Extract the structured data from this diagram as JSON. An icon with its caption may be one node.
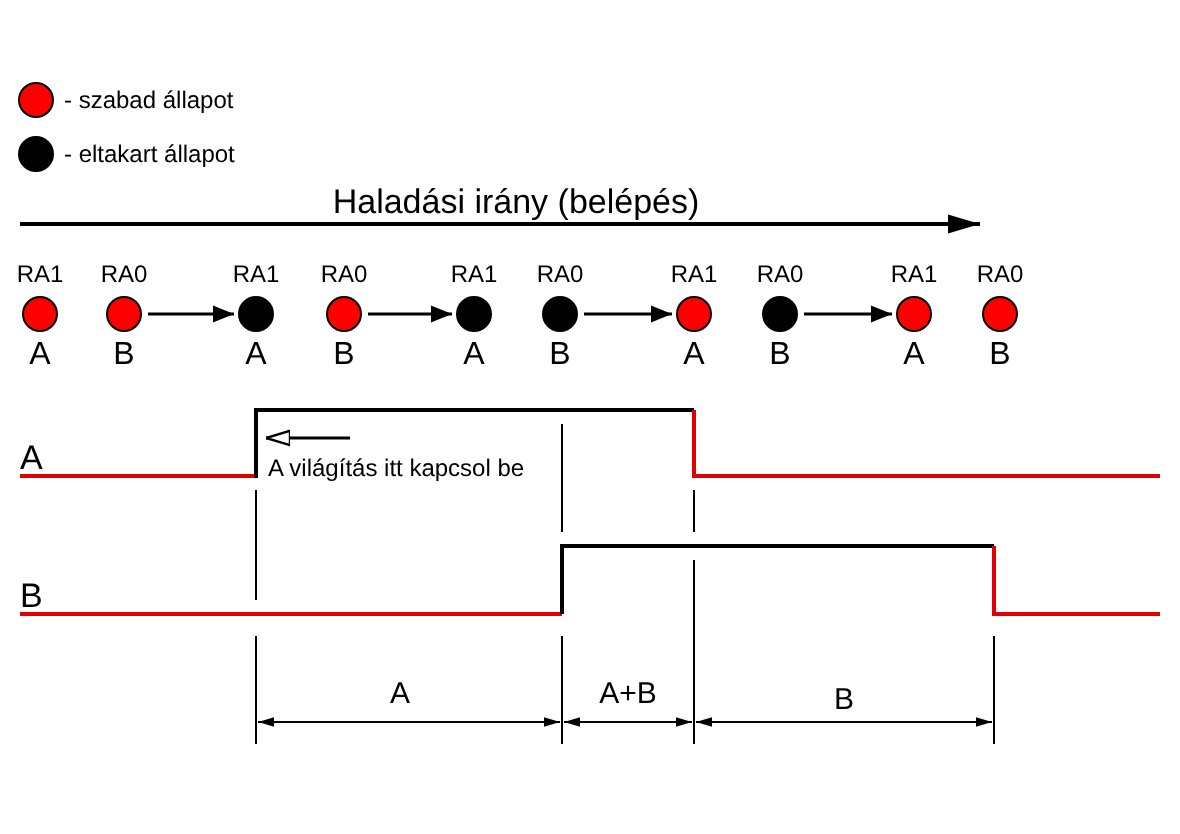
{
  "diagram": {
    "nodes": [
      {
        "text": [],
        "shape": "circle",
        "beside": [
          "RA1",
          "A"
        ]
      },
      {
        "text": [],
        "shape": "circle",
        "beside": [
          "RA0",
          "B"
        ]
      },
      {
        "text": [],
        "shape": "circle",
        "beside": [
          "RA1",
          "A"
        ]
      },
      {
        "text": [],
        "shape": "circle",
        "beside": [
          "RA0",
          "B"
        ]
      },
      {
        "text": [],
        "shape": "circle",
        "beside": [
          "RA1",
          "A"
        ]
      },
      {
        "text": [],
        "shape": "circle",
        "beside": [
          "RA0",
          "B"
        ]
      },
      {
        "text": [],
        "shape": "circle",
        "beside": [
          "RA1",
          "A"
        ]
      },
      {
        "text": [],
        "shape": "circle",
        "beside": [
          "RA0",
          "B"
        ]
      },
      {
        "text": [],
        "shape": "circle",
        "beside": [
          "RA1",
          "A"
        ]
      },
      {
        "text": [],
        "shape": "circle",
        "beside": [
          "RA0",
          "B"
        ]
      },
      {
        "text": [
          "A világítás itt kapcsol be"
        ]
      },
      {
        "text": [],
        "shape": "line"
      }
    ],
    "edges": [
      {
        "from": 1,
        "to": 2,
        "arrow": "to"
      },
      {
        "from": 3,
        "to": 4,
        "arrow": "to"
      },
      {
        "from": 5,
        "to": 6,
        "arrow": "to"
      },
      {
        "from": 7,
        "to": 8,
        "arrow": "to"
      },
      {
        "from": 10,
        "to": 11,
        "arrow": "to"
      }
    ],
    "labels": [
      "Haladási irány (belépés)",
      "A",
      "B",
      "A",
      "A+B",
      "B"
    ],
    "legend": [
      {
        "text": "- szabad állapot",
        "color": "#ff0000"
      },
      {
        "text": "- eltakart állapot",
        "color": "#000000"
      }
    ]
  }
}
